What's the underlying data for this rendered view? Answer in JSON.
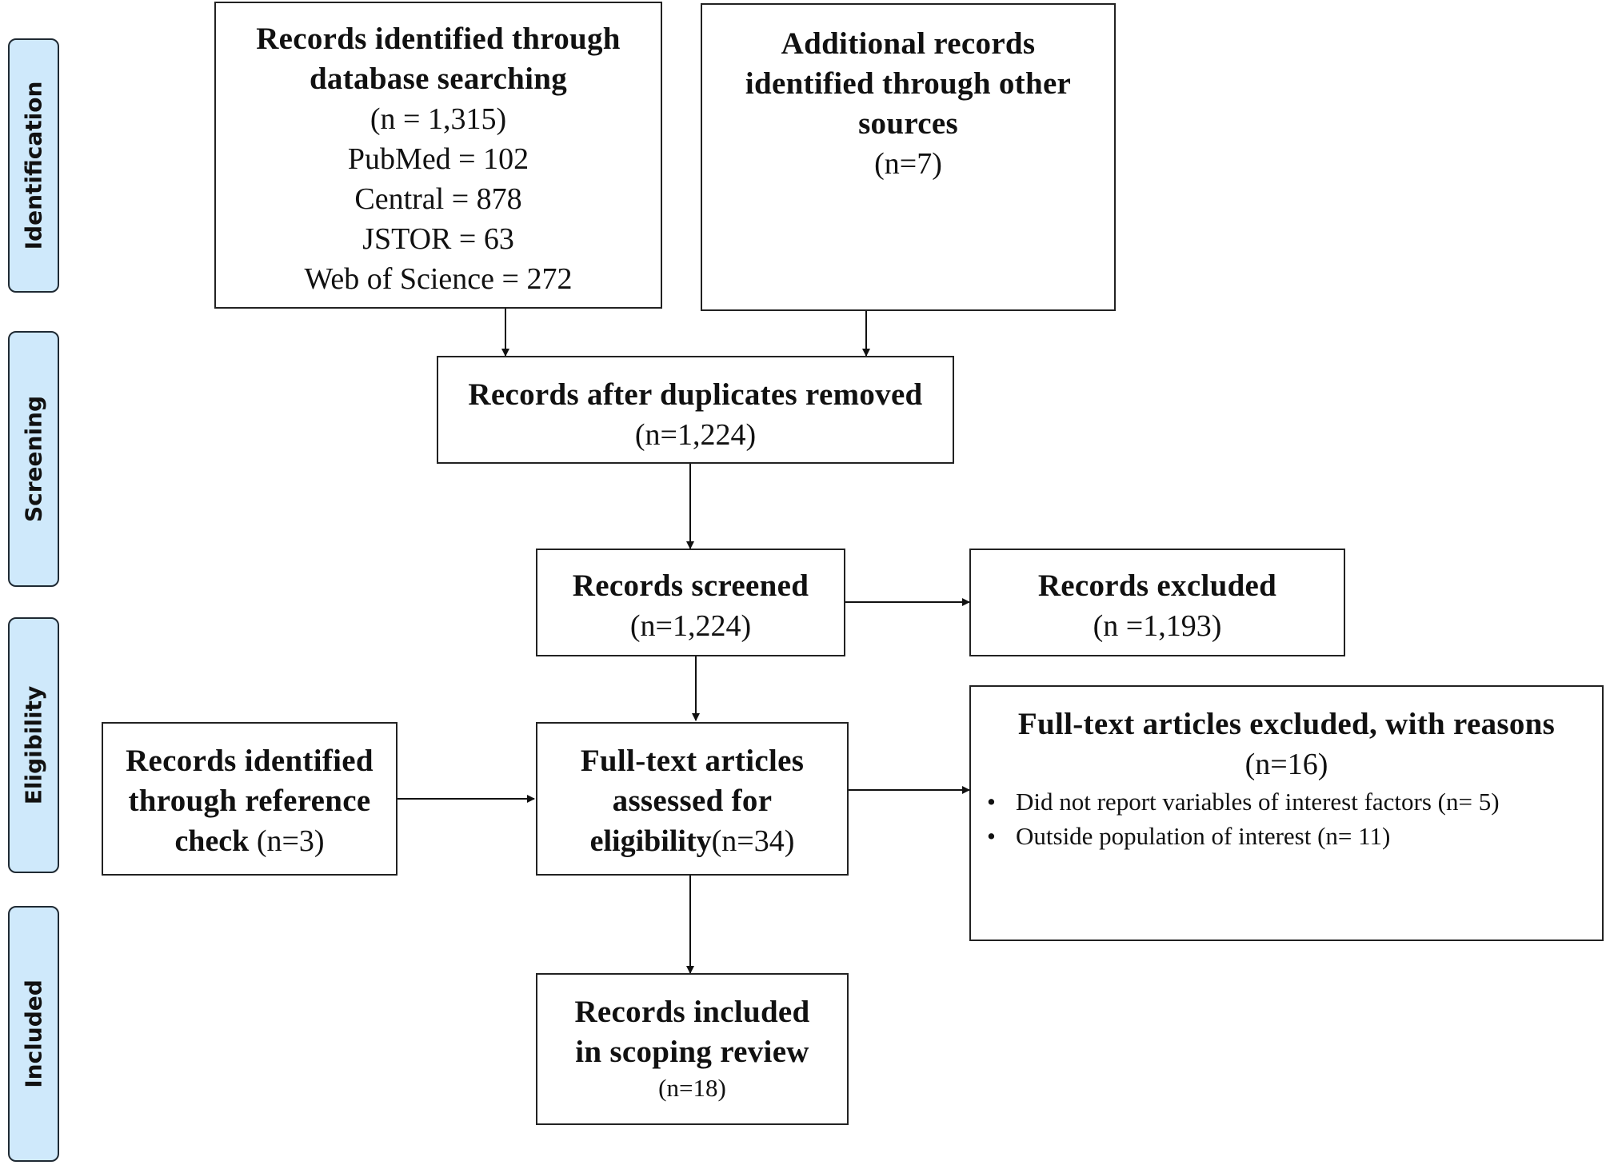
{
  "stages": {
    "identification": "Identification",
    "screening": "Screening",
    "eligibility": "Eligibility",
    "included": "Included"
  },
  "boxes": {
    "database": {
      "title_l1": "Records identified through",
      "title_l2": "database searching",
      "count": "(n = 1,315)",
      "sources": [
        "PubMed = 102",
        "Central = 878",
        "JSTOR = 63",
        "Web of Science = 272"
      ]
    },
    "other_sources": {
      "title_l1": "Additional records",
      "title_l2": "identified through other",
      "title_l3": "sources",
      "count": "(n=7)"
    },
    "duplicates_removed": {
      "title": "Records after duplicates removed",
      "count": "(n=1,224)"
    },
    "screened": {
      "title": "Records screened",
      "count": "(n=1,224)"
    },
    "excluded": {
      "title": "Records excluded",
      "count": "(n =1,193)"
    },
    "reference_check": {
      "title_l1": "Records identified",
      "title_l2": "through reference",
      "title_l3": "check",
      "count": "(n=3)"
    },
    "fulltext_assessed": {
      "title_l1": "Full-text articles",
      "title_l2": "assessed for",
      "title_l3": "eligibility",
      "count": "(n=34)"
    },
    "fulltext_excluded": {
      "title": "Full-text articles excluded, with reasons",
      "count": "(n=16)",
      "bullet": "•",
      "reasons": [
        "Did not report variables of interest factors (n= 5)",
        "Outside population of interest (n= 11)"
      ]
    },
    "included": {
      "title_l1": "Records included",
      "title_l2": "in scoping review",
      "count": "(n=18)"
    }
  }
}
